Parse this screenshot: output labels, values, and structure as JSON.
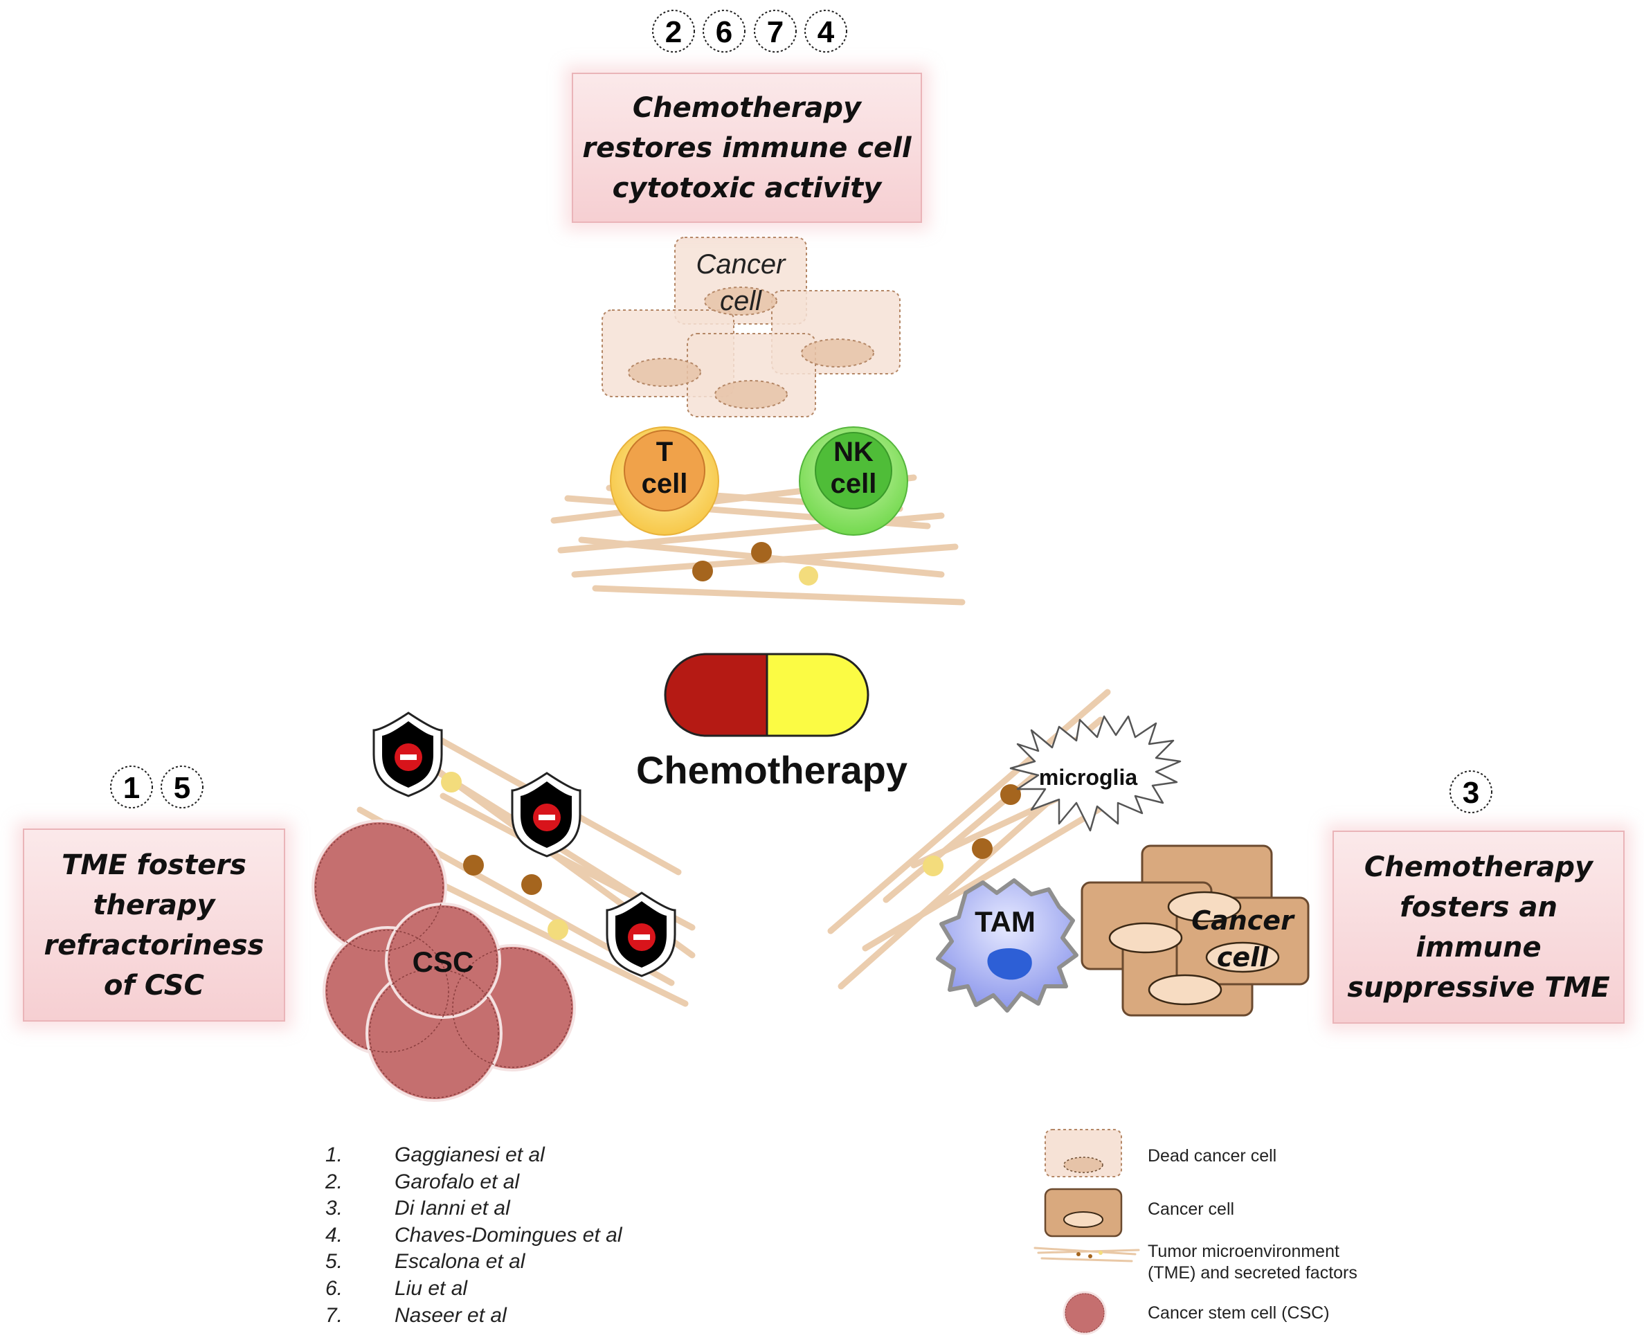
{
  "badges": {
    "top": [
      "2",
      "6",
      "7",
      "4"
    ],
    "left": [
      "1",
      "5"
    ],
    "right": [
      "3"
    ]
  },
  "boxes": {
    "top": [
      "Chemotherapy",
      "restores immune cell",
      "cytotoxic activity"
    ],
    "left": [
      "TME fosters",
      "therapy",
      "refractoriness",
      "of CSC"
    ],
    "right": [
      "Chemotherapy",
      "fosters an",
      "immune",
      "suppressive TME"
    ]
  },
  "center_label": "Chemotherapy",
  "cells": {
    "dead_cancer": [
      "Cancer",
      "cell"
    ],
    "t_cell": [
      "T",
      "cell"
    ],
    "nk_cell": [
      "NK",
      "cell"
    ],
    "csc": "CSC",
    "microglia": "microglia",
    "tam": "TAM",
    "cancer": [
      "Cancer",
      "cell"
    ]
  },
  "references": [
    {
      "num": "1.",
      "text": "Gaggianesi et al"
    },
    {
      "num": "2.",
      "text": "Garofalo et al"
    },
    {
      "num": "3.",
      "text": "Di Ianni et al"
    },
    {
      "num": "4.",
      "text": "Chaves-Domingues et al"
    },
    {
      "num": "5.",
      "text": "Escalona et al"
    },
    {
      "num": "6.",
      "text": "Liu et al"
    },
    {
      "num": "7.",
      "text": "Naseer et al"
    }
  ],
  "legend": [
    {
      "label": "Dead cancer cell",
      "icon": "dead-cancer-cell-icon"
    },
    {
      "label": "Cancer cell",
      "icon": "cancer-cell-icon"
    },
    {
      "label": "Tumor microenvironment\n(TME) and secreted factors",
      "icon": "tme-fibers-icon"
    },
    {
      "label": "Cancer stem cell (CSC)",
      "icon": "csc-icon"
    }
  ],
  "colors": {
    "box_fill": "#f6cfd2",
    "pill_red": "#b51a14",
    "pill_yellow": "#fbfb44",
    "t_cell": "#f0a24a",
    "nk_cell": "#5cc942",
    "csc": "#c56f6f",
    "cancer_cell": "#d9a97e",
    "dead_cancer_cell": "#f6e2d6",
    "tam": "#9ea8ef",
    "fiber": "#e6c09a",
    "factor_brown": "#a5651e",
    "factor_yellow": "#f3dc7c"
  }
}
